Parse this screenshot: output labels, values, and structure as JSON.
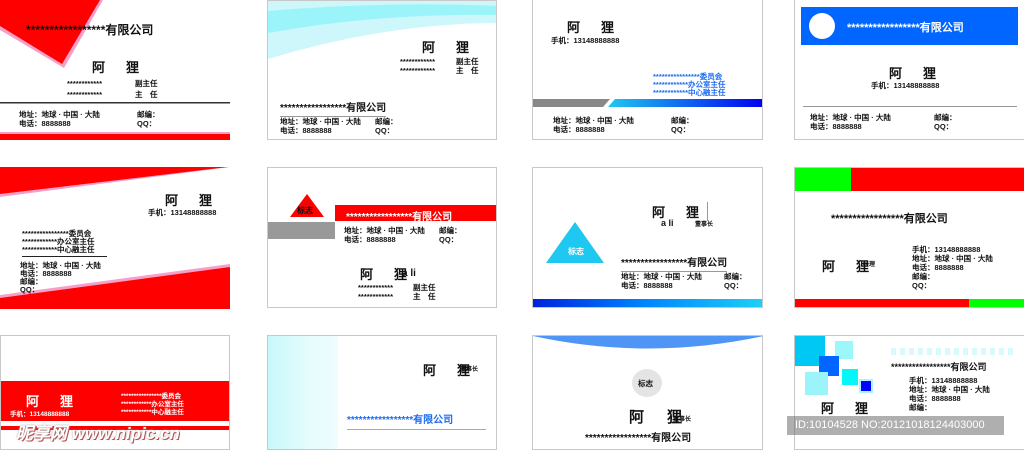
{
  "common": {
    "company": "*****************有限公司",
    "name": "阿　狸",
    "name_pinyin": "a li",
    "address": "地址：地球 · 中国 · 大陆",
    "tel": "电话：8888888",
    "zip": "邮编：",
    "qq": "QQ：",
    "mobile": "手机：13148888888",
    "stars": "************",
    "deputy": "副主任",
    "director": "主　任",
    "committee": "****************委员会",
    "office": "************办公室主任",
    "center": "************中心融主任",
    "logo": "标志",
    "chairman": "董事长",
    "manager": "经理"
  },
  "watermark": {
    "site": "昵享网 www.nipic.cn",
    "id": "ID:10104528 NO:20121018124403000"
  },
  "colors": {
    "red": "#ff0000",
    "pink": "#f4a0c8",
    "blue": "#0066ff",
    "cyan": "#1ec8f0",
    "green": "#00ff00",
    "gray": "#888888"
  }
}
